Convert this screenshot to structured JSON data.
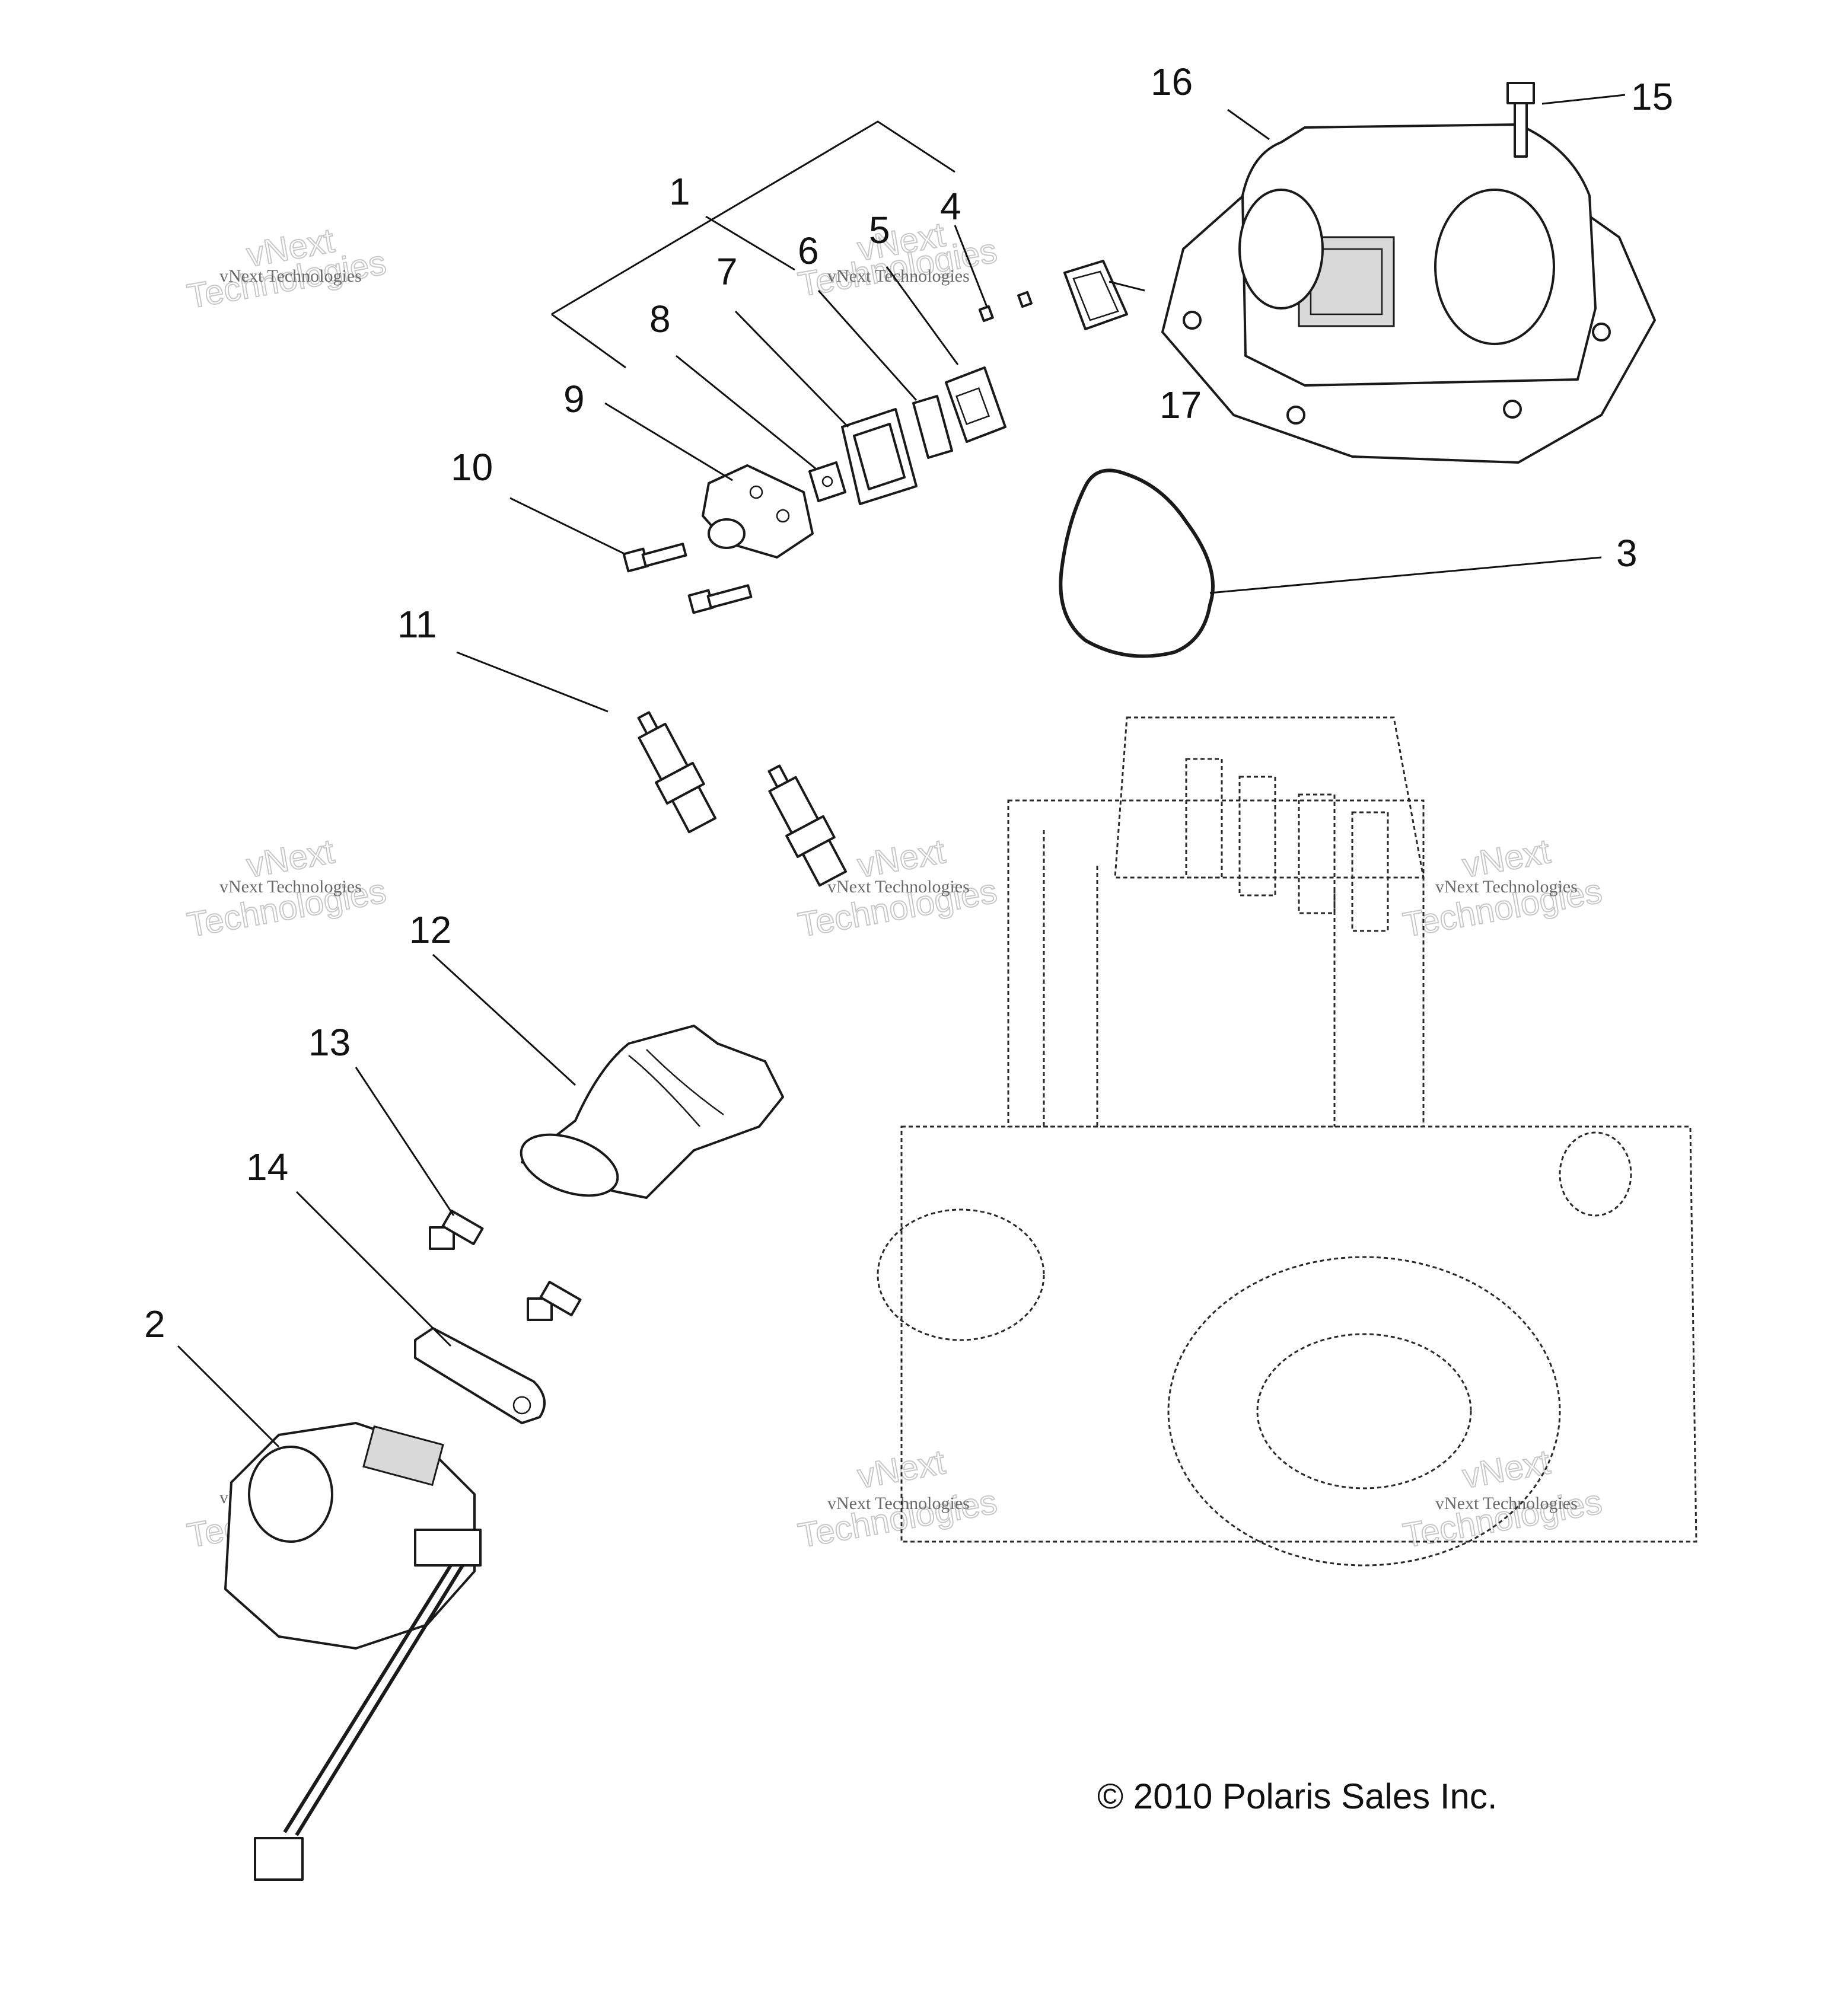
{
  "callouts": [
    "1",
    "2",
    "3",
    "4",
    "5",
    "6",
    "7",
    "8",
    "9",
    "10",
    "11",
    "12",
    "13",
    "14",
    "15",
    "16",
    "17"
  ],
  "watermark": {
    "line1": "vNext Technologies",
    "line2": "vNext",
    "line3": "Technologies"
  },
  "copyright": "© 2010 Polaris Sales Inc."
}
